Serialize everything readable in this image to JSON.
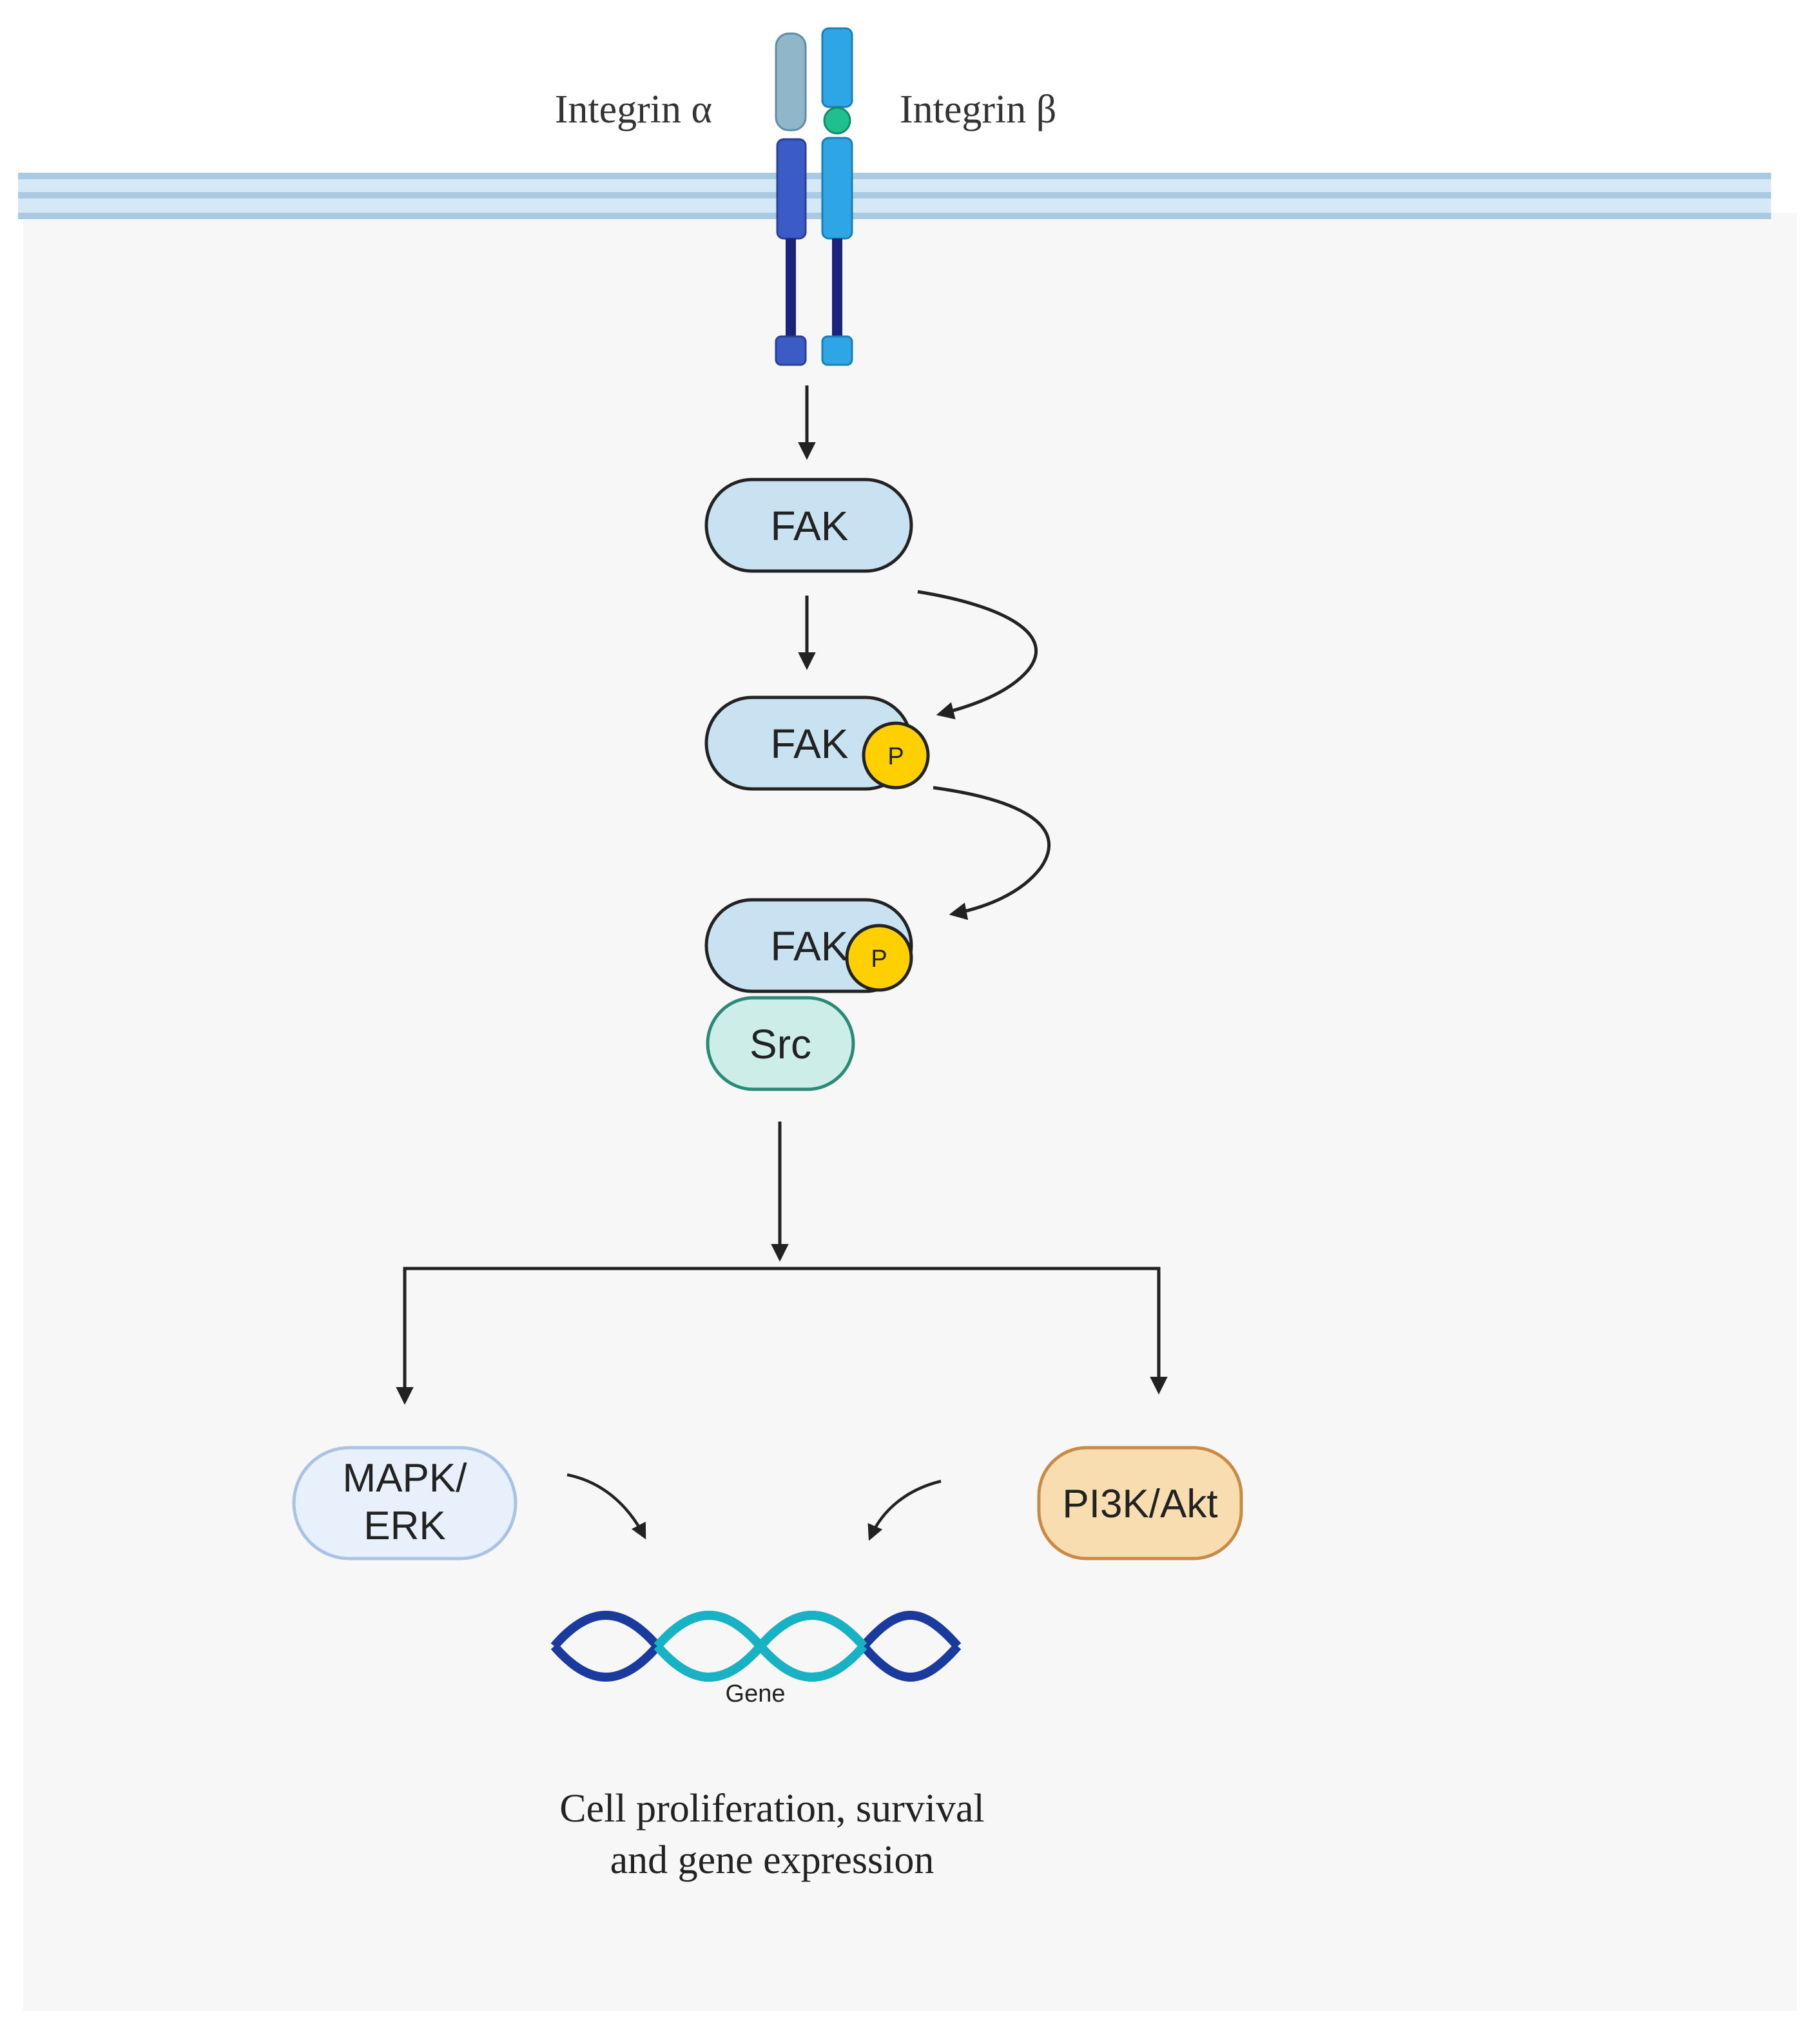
{
  "labels": {
    "integrin_alpha": "Integrin α",
    "integrin_beta": "Integrin β",
    "fak": "FAK",
    "fak_p": "FAK",
    "fak_p_src": "FAK",
    "phospho": "P",
    "src": "Src",
    "mapk_line1": "MAPK/",
    "mapk_line2": "ERK",
    "pi3k": "PI3K/Akt",
    "gene": "Gene",
    "outcome_line1": "Cell proliferation, survival",
    "outcome_line2": "and gene expression"
  },
  "colors": {
    "cytoplasm": "#f7f7f7",
    "membrane": "#cfe4f3",
    "membrane_line": "#9fc4de",
    "integrin_alpha_top": "#8fb7c9",
    "integrin_alpha_tm": "#3b5cc4",
    "integrin_beta": "#2ea6e6",
    "tail": "#1a237e",
    "binding_site": "#1fbf8f",
    "fak_fill": "#c9e2f1",
    "phospho_fill": "#ffd000",
    "src_fill": "#cdeee8",
    "src_stroke": "#2a8a78",
    "mapk_fill": "#e8f1fb",
    "mapk_stroke": "#a9c3e6",
    "pi3k_fill": "#f7ddb0",
    "pi3k_stroke": "#c98a45",
    "dna_dark": "#1a3a9e",
    "dna_teal": "#17b3c4",
    "arrow": "#222222"
  }
}
